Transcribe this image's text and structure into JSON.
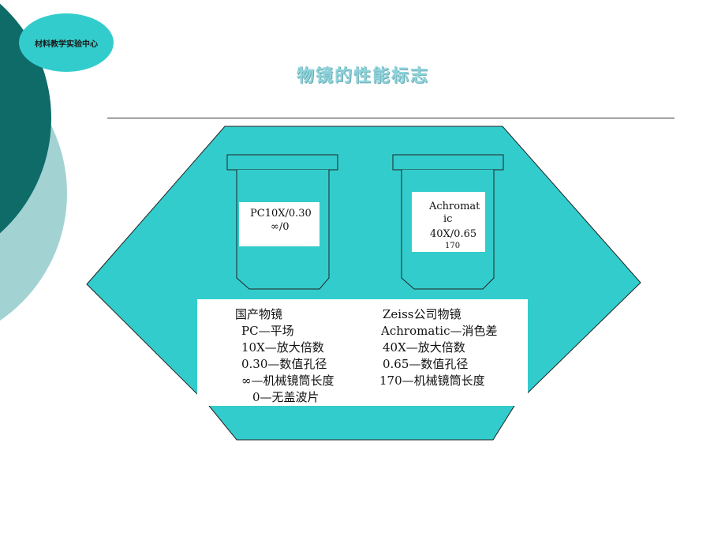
{
  "header": {
    "badge": "材料教学实验中心",
    "title": "物镜的性能标志"
  },
  "objective_left": {
    "line1": "PC10X/0.30",
    "line2": "∞/0"
  },
  "objective_right": {
    "line1": "Achromat",
    "line2": "ic",
    "line3": "40X/0.65",
    "line4": "170"
  },
  "panel": {
    "left": [
      "国产物镜",
      "PC—平场",
      "10X—放大倍数",
      "0.30—数值孔径",
      "∞—机械镜筒长度",
      "0—无盖波片"
    ],
    "right": [
      "Zeiss公司物镜",
      "Achromatic—消色差",
      "40X—放大倍数",
      "0.65—数值孔径",
      "170—机械镜筒长度"
    ]
  },
  "colors": {
    "teal_dark": "#0e6b68",
    "teal_light": "#9fcfd0",
    "cyan": "#33cccc",
    "title": "#8fd4dc"
  }
}
